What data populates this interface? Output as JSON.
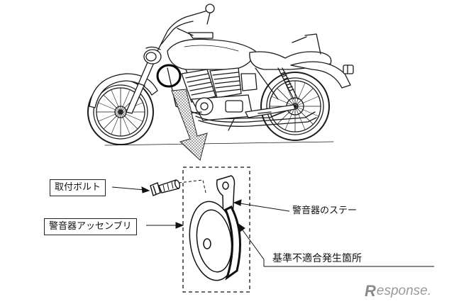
{
  "labels": {
    "mounting_bolt": "取付ボルト",
    "horn_assembly": "警音器アッセンブリ",
    "horn_stay": "警音器のステー",
    "defect_location": "基準不適合発生箇所"
  },
  "watermark": {
    "brand_initial": "R",
    "brand_rest": "esponse."
  },
  "colors": {
    "line": "#1a1a1a",
    "watermark": "#9a9a9a"
  }
}
